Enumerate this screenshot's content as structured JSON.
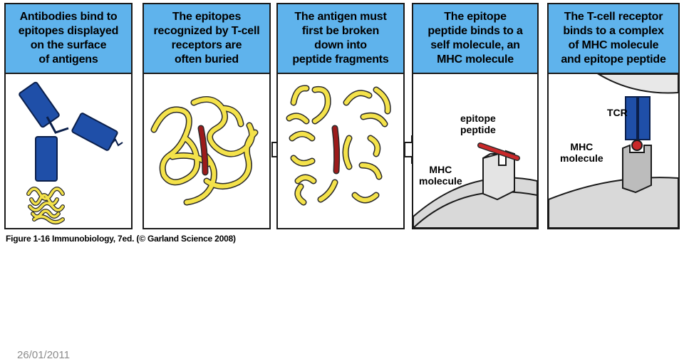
{
  "panels": [
    {
      "title": "Antibodies bind to\nepitopes displayed\non the surface\nof antigens"
    },
    {
      "title": "The epitopes\nrecognized by T-cell\nreceptors are\noften buried"
    },
    {
      "title": "The antigen must\nfirst be broken\ndown into\npeptide fragments"
    },
    {
      "title": "The epitope\npeptide binds to a\nself molecule, an\nMHC molecule"
    },
    {
      "title": "The T-cell receptor\nbinds to a complex\nof MHC molecule\nand epitope peptide"
    }
  ],
  "labels": {
    "epitope_peptide": "epitope\npeptide",
    "mhc_molecule_4": "MHC\nmolecule",
    "tcr": "TCR",
    "mhc_molecule_5": "MHC\nmolecule"
  },
  "caption": "Figure 1-16  Immunobiology, 7ed. (© Garland Science 2008)",
  "footer_date": "26/01/2011",
  "colors": {
    "header_blue": "#5fb3ec",
    "antibody_blue": "#1f4fa8",
    "protein_yellow": "#f4e24a",
    "epitope_red": "#9c1b1b",
    "cell_gray": "#d9d9d9"
  }
}
